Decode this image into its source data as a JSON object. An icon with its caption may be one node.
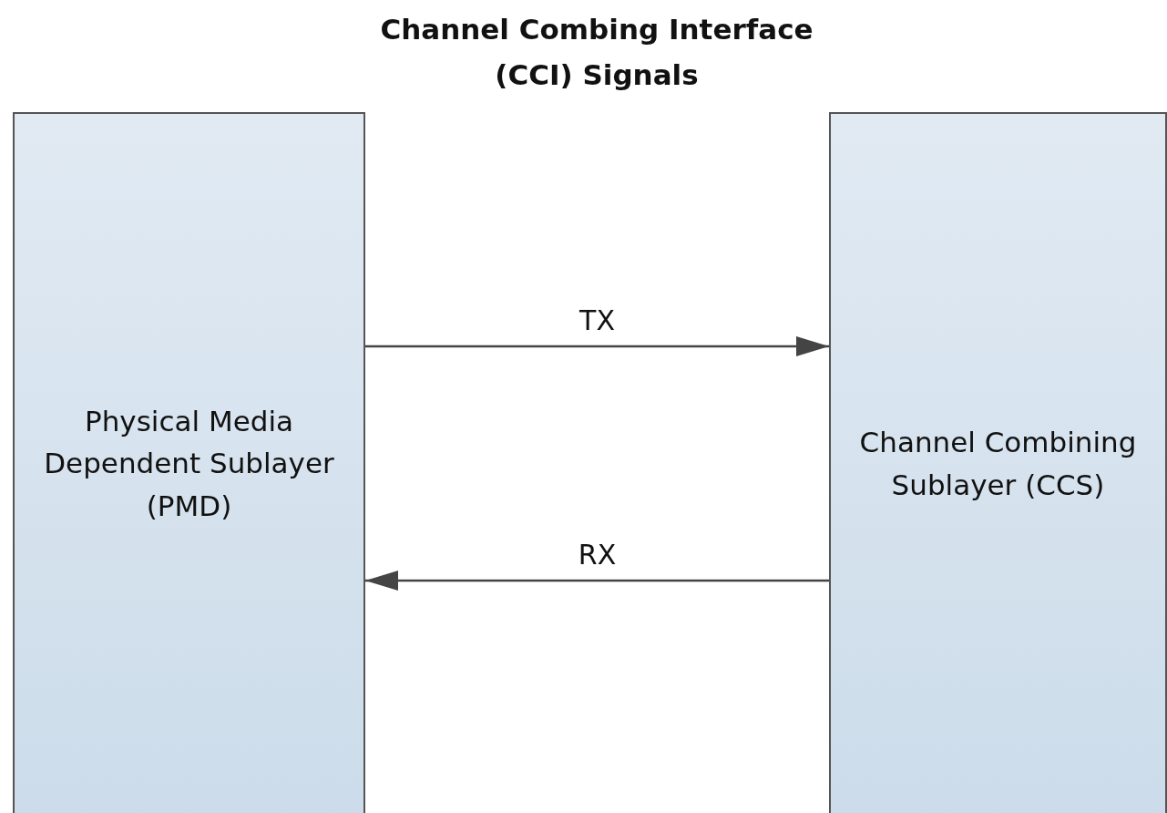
{
  "diagram": {
    "title": "Channel Combing Interface (CCI) Signals",
    "nodes": [
      {
        "text": [
          "Physical Media Dependent Sublayer (PMD)"
        ]
      },
      {
        "text": [
          "Channel Combining Sublayer (CCS)"
        ]
      }
    ],
    "edges": [
      {
        "from": 0,
        "to": 1,
        "arrow": "to",
        "label": "TX"
      },
      {
        "from": 1,
        "to": 0,
        "arrow": "to",
        "label": "RX"
      }
    ]
  }
}
